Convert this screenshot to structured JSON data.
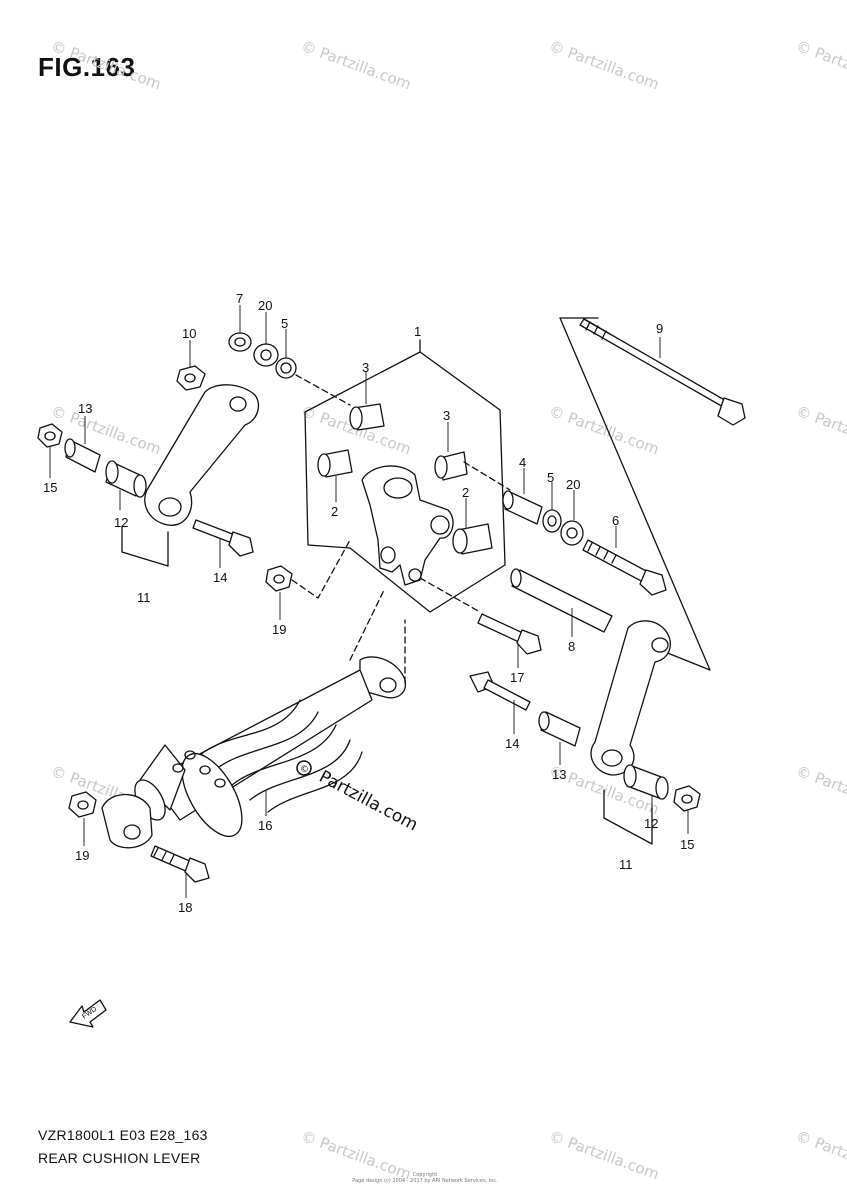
{
  "figure": {
    "title": "FIG.163"
  },
  "footer": {
    "code": "VZR1800L1 E03 E28_163",
    "name": "REAR CUSHION LEVER",
    "copyright_line1": "Copyright",
    "copyright_line2": "Page design (c) 2004 - 2017 by ARI Network Services, Inc."
  },
  "watermark": {
    "text": "© Partzilla.com",
    "center_text": "Partzilla.com"
  },
  "fwd_label": "FWD",
  "callouts": [
    {
      "id": "label-1",
      "text": "1"
    },
    {
      "id": "label-2a",
      "text": "2"
    },
    {
      "id": "label-2b",
      "text": "2"
    },
    {
      "id": "label-3a",
      "text": "3"
    },
    {
      "id": "label-3b",
      "text": "3"
    },
    {
      "id": "label-4",
      "text": "4"
    },
    {
      "id": "label-5a",
      "text": "5"
    },
    {
      "id": "label-5b",
      "text": "5"
    },
    {
      "id": "label-6",
      "text": "6"
    },
    {
      "id": "label-7",
      "text": "7"
    },
    {
      "id": "label-8",
      "text": "8"
    },
    {
      "id": "label-9",
      "text": "9"
    },
    {
      "id": "label-10",
      "text": "10"
    },
    {
      "id": "label-11a",
      "text": "11"
    },
    {
      "id": "label-11b",
      "text": "11"
    },
    {
      "id": "label-12a",
      "text": "12"
    },
    {
      "id": "label-12b",
      "text": "12"
    },
    {
      "id": "label-13a",
      "text": "13"
    },
    {
      "id": "label-13b",
      "text": "13"
    },
    {
      "id": "label-14a",
      "text": "14"
    },
    {
      "id": "label-14b",
      "text": "14"
    },
    {
      "id": "label-15a",
      "text": "15"
    },
    {
      "id": "label-15b",
      "text": "15"
    },
    {
      "id": "label-16",
      "text": "16"
    },
    {
      "id": "label-17",
      "text": "17"
    },
    {
      "id": "label-18",
      "text": "18"
    },
    {
      "id": "label-19a",
      "text": "19"
    },
    {
      "id": "label-19b",
      "text": "19"
    },
    {
      "id": "label-20a",
      "text": "20"
    },
    {
      "id": "label-20b",
      "text": "20"
    }
  ]
}
